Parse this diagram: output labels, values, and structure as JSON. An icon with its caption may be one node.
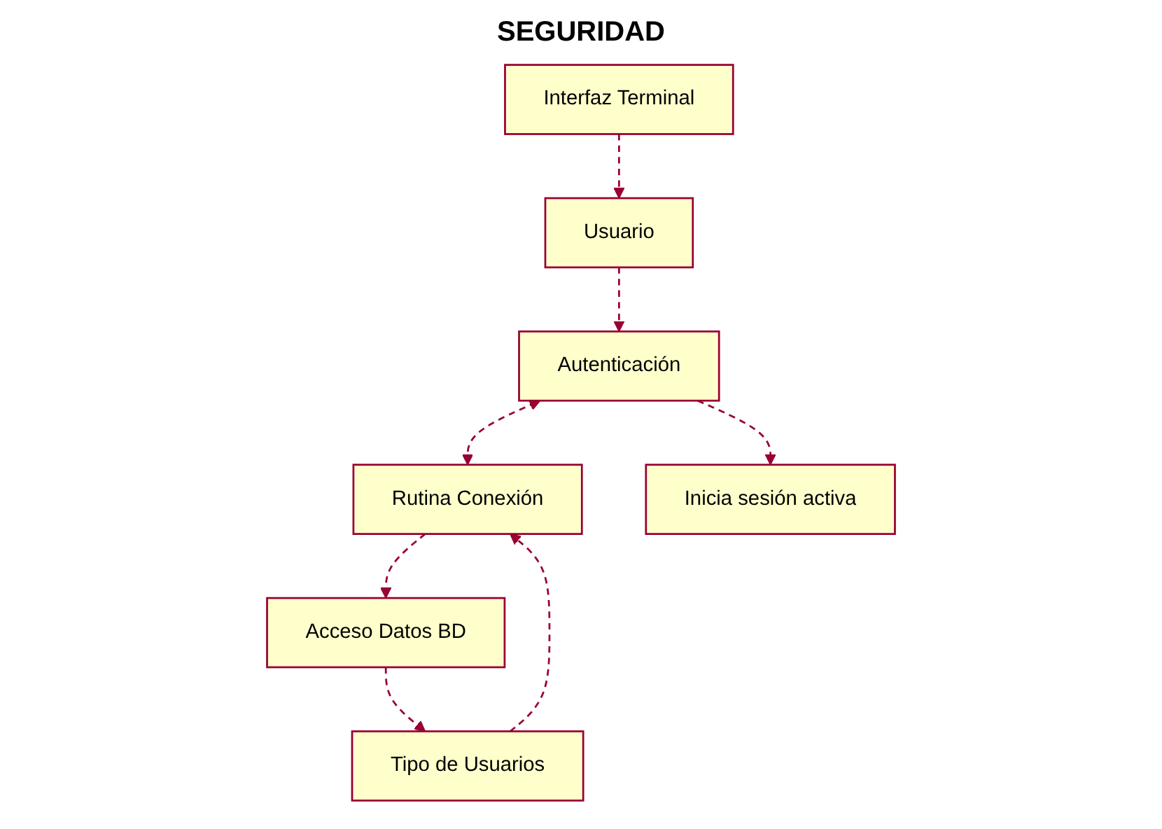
{
  "diagram": {
    "title": "SEGURIDAD",
    "nodes": [
      {
        "text": [
          "Interfaz Terminal"
        ]
      },
      {
        "text": [
          "Usuario"
        ]
      },
      {
        "text": [
          "Acceso Datos BD"
        ]
      },
      {
        "text": [
          "Autenticación"
        ]
      },
      {
        "text": [
          "Rutina Conexión"
        ]
      },
      {
        "text": [
          "Tipo de Usuarios"
        ]
      },
      {
        "text": [
          "Inicia sesión activa"
        ]
      }
    ],
    "edges": [
      {
        "from": 0,
        "to": 1,
        "arrow": "to",
        "style": "dashed"
      },
      {
        "from": 1,
        "to": 3,
        "arrow": "to",
        "style": "dashed"
      },
      {
        "from": 3,
        "to": 4,
        "arrow": "both",
        "style": "dashed"
      },
      {
        "from": 4,
        "to": 2,
        "arrow": "to",
        "style": "dashed"
      },
      {
        "from": 2,
        "to": 5,
        "arrow": "to",
        "style": "dashed"
      },
      {
        "from": 5,
        "to": 4,
        "arrow": "to",
        "style": "dashed"
      },
      {
        "from": 3,
        "to": 6,
        "arrow": "to",
        "style": "dashed"
      }
    ]
  }
}
